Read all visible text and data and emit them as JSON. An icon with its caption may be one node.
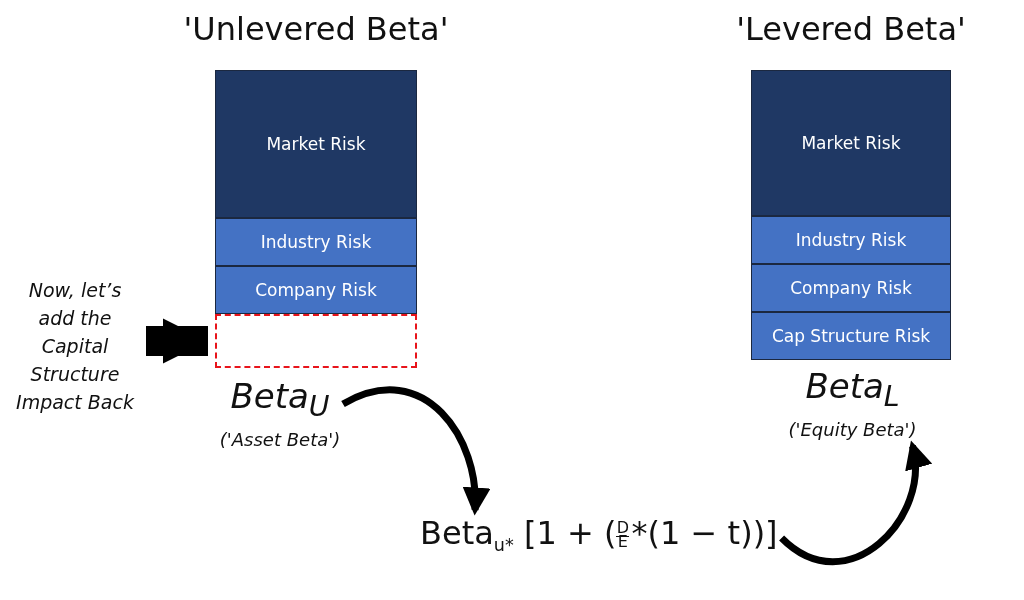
{
  "diagram": {
    "nodes": [
      {
        "text": [
          "'Unlevered Beta'"
        ]
      },
      {
        "text": [
          "Market Risk"
        ],
        "in": 0
      },
      {
        "text": [
          "Industry Risk"
        ],
        "in": 0
      },
      {
        "text": [
          "Company Risk"
        ],
        "in": 0
      },
      {
        "text": [],
        "shape": "box",
        "in": 0
      },
      {
        "text": [
          "Now, let’s add the Capital Structure Impact Back"
        ]
      },
      {
        "text": [
          "Beta$_{U}$",
          "('Asset Beta')"
        ]
      },
      {
        "text": [
          "Beta$_{u*}$ [1 + ($^{D}$$_{E}$*(1 − t))]"
        ]
      },
      {
        "text": [
          "'Levered Beta'"
        ]
      },
      {
        "text": [
          "Market Risk"
        ],
        "in": 8
      },
      {
        "text": [
          "Industry Risk"
        ],
        "in": 8
      },
      {
        "text": [
          "Company Risk"
        ],
        "in": 8
      },
      {
        "text": [
          "Cap Structure Risk"
        ],
        "in": 8
      },
      {
        "text": [
          "Beta$_{L}$",
          "('Equity Beta')"
        ]
      }
    ],
    "edges": [
      {
        "from": 5,
        "to": 4,
        "arrow": "to",
        "style": "thick"
      },
      {
        "from": 6,
        "to": 7,
        "arrow": "to"
      },
      {
        "from": 7,
        "to": 13,
        "arrow": "to"
      }
    ]
  }
}
